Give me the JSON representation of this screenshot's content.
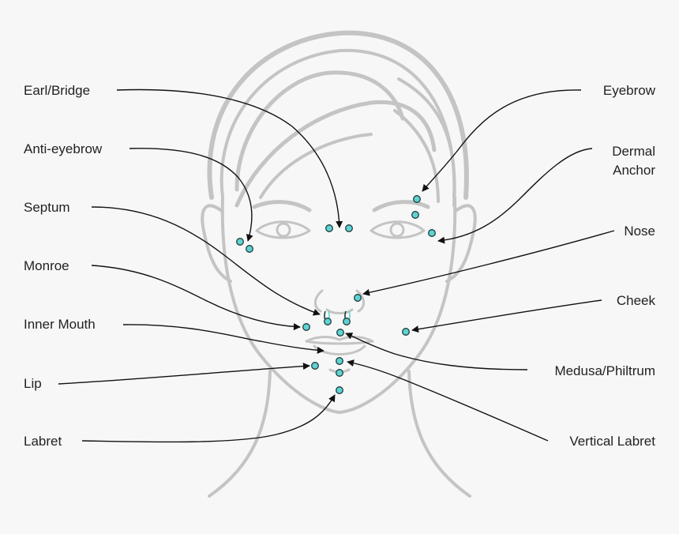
{
  "colors": {
    "background": "#f7f7f7",
    "face_outline": "#c4c4c4",
    "arrow": "#111111",
    "dot_fill": "#5fd3d3",
    "dot_stroke": "#1f3b3b",
    "text": "#222222"
  },
  "labels": {
    "earl_bridge": "Earl/Bridge",
    "anti_eyebrow": "Anti-eyebrow",
    "septum": "Septum",
    "monroe": "Monroe",
    "inner_mouth": "Inner Mouth",
    "lip": "Lip",
    "labret": "Labret",
    "eyebrow": "Eyebrow",
    "dermal_anchor_line1": "Dermal",
    "dermal_anchor_line2": "Anchor",
    "nose": "Nose",
    "cheek": "Cheek",
    "medusa_philtrum": "Medusa/Philtrum",
    "vertical_labret": "Vertical Labret"
  }
}
